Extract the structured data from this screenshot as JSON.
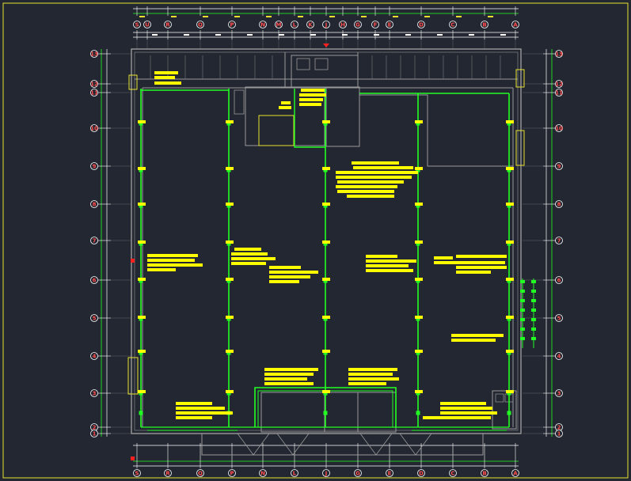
{
  "colors": {
    "background": "#222731",
    "frame": "#e8e030",
    "walls": "#9a9a9a",
    "pipes": "#22ff22",
    "tags": "#ffff00",
    "dims": "#ffffff",
    "bubble_ring": "#ffffff",
    "bubble_text": "#ff4d4d",
    "marker": "#ff2020"
  },
  "grid": {
    "top_letters": [
      "S",
      "U",
      "R",
      "Q",
      "P",
      "N",
      "M",
      "L",
      "K",
      "J",
      "H",
      "G",
      "F",
      "E",
      "D",
      "C",
      "B",
      "A"
    ],
    "bottom_letters": [
      "S",
      "R",
      "Q",
      "P",
      "N",
      "L",
      "J",
      "G",
      "E",
      "D",
      "C",
      "B",
      "A"
    ],
    "left_numbers": [
      "13",
      "12",
      "11",
      "10",
      "9",
      "8",
      "7",
      "6",
      "5",
      "4",
      "3",
      "2",
      "1"
    ],
    "right_numbers": [
      "13",
      "12",
      "11",
      "10",
      "9",
      "8",
      "7",
      "6",
      "5",
      "4",
      "3",
      "2",
      "1"
    ]
  }
}
